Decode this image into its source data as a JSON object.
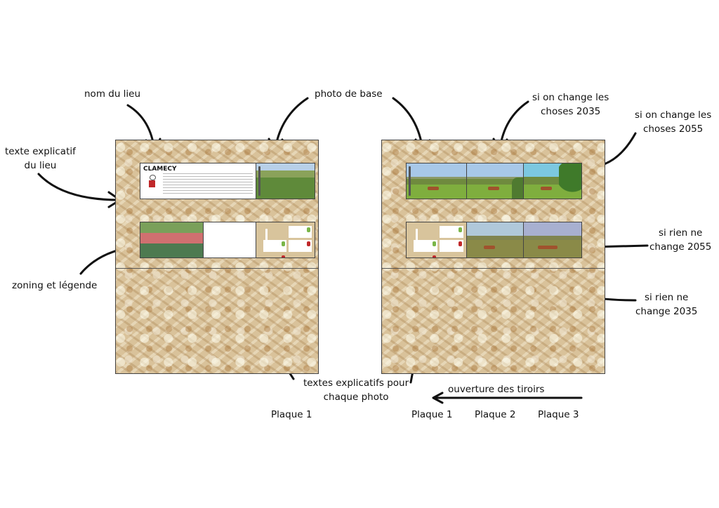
{
  "labels": {
    "nom_du_lieu": "nom du lieu",
    "photo_de_base": "photo de base",
    "texte_explicatif": [
      "texte explicatif",
      "du lieu"
    ],
    "zoning": "zoning et légende",
    "textes_explicatifs": [
      "textes explicatifs pour",
      "chaque photo"
    ],
    "change_2035": [
      "si on change les",
      "choses 2035"
    ],
    "change_2055": [
      "si on change les",
      "choses 2055"
    ],
    "rien_2055": [
      "si rien ne",
      "change 2055"
    ],
    "rien_2035": [
      "si rien ne",
      "change 2035"
    ],
    "ouverture": "ouverture des tiroirs"
  },
  "panel_left": {
    "place_name": "CLAMECY",
    "caption": "Plaque 1"
  },
  "panel_right": {
    "captions": [
      "Plaque 1",
      "Plaque 2",
      "Plaque 3"
    ]
  },
  "colors": {
    "wood": "#d9c29a",
    "border": "#444444",
    "arrow": "#111111"
  }
}
